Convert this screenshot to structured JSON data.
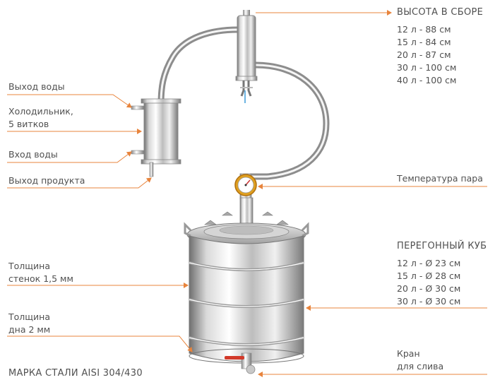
{
  "labels": {
    "water_out": "Выход воды",
    "cooler_line1": "Холодильник,",
    "cooler_line2": "5 витков",
    "water_in": "Вход воды",
    "product_out": "Выход продукта",
    "wall_line1": "Толщина",
    "wall_line2": "стенок 1,5 мм",
    "bottom_line1": "Толщина",
    "bottom_line2": "дна 2 мм",
    "steel": "МАРКА СТАЛИ AISI 304/430",
    "height_title": "ВЫСОТА В СБОРЕ",
    "height_items": [
      "12 л - 88 см",
      "15 л - 84 см",
      "20 л - 87 см",
      "30 л - 100 см",
      "40 л - 100 см"
    ],
    "vapor_temp": "Температура пара",
    "cube_title": "ПЕРЕГОННЫЙ КУБ",
    "cube_items": [
      "12 л - Ø 23 см",
      "15 л - Ø 28 см",
      "20 л - Ø 30 см",
      "30 л - Ø 30 см"
    ],
    "tap_line1": "Кран",
    "tap_line2": "для слива"
  },
  "colors": {
    "accent": "#e8843c",
    "steel_light": "#f2f2f2",
    "steel_dark": "#8a8a8a",
    "text": "#505050"
  }
}
